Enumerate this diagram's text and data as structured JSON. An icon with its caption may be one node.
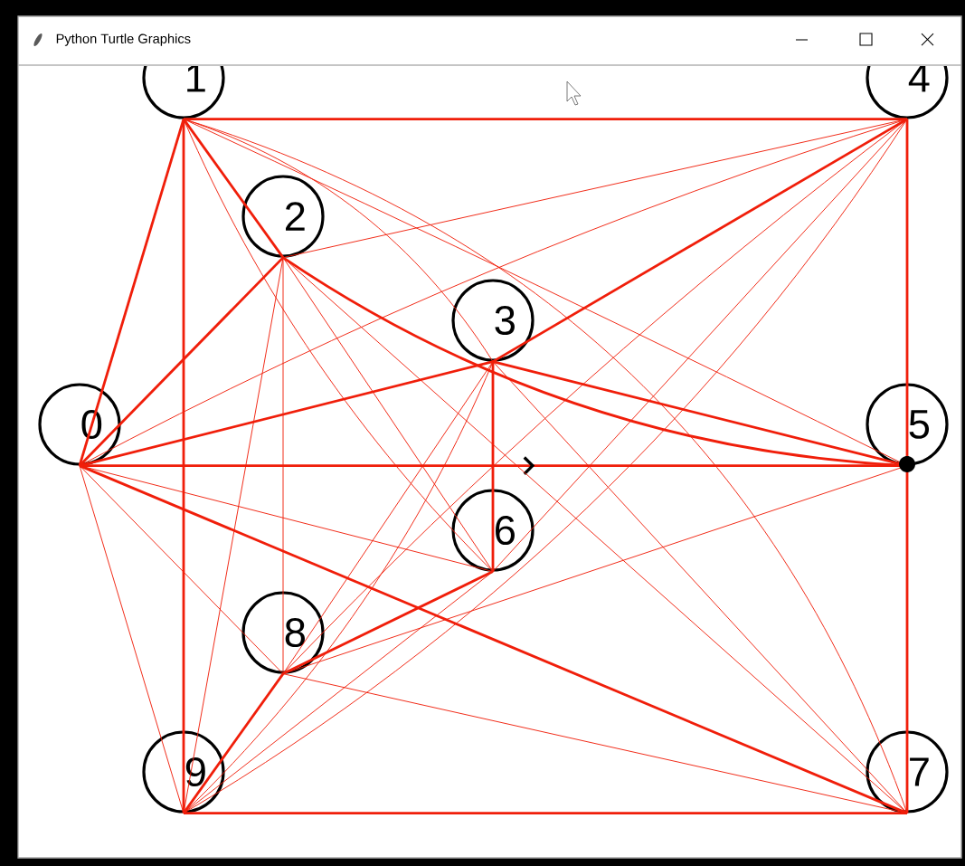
{
  "diagram": {
    "nodes": [
      {
        "text": [
          "0"
        ]
      },
      {
        "text": [
          "1"
        ]
      },
      {
        "text": [
          "2"
        ]
      },
      {
        "text": [
          "3"
        ]
      },
      {
        "text": [
          "4"
        ]
      },
      {
        "text": [
          "5"
        ]
      },
      {
        "text": [
          "6"
        ]
      },
      {
        "text": [
          "7"
        ]
      },
      {
        "text": [
          "8"
        ]
      },
      {
        "text": [
          "9"
        ]
      }
    ],
    "edges": [
      {
        "from": 0,
        "to": 1,
        "arrow": "none",
        "style": "thick"
      },
      {
        "from": 0,
        "to": 2,
        "arrow": "none",
        "style": "thick"
      },
      {
        "from": 0,
        "to": 3,
        "arrow": "none",
        "style": "thick"
      },
      {
        "from": 0,
        "to": 4,
        "arrow": "none"
      },
      {
        "from": 0,
        "to": 5,
        "arrow": "to",
        "style": "thick"
      },
      {
        "from": 0,
        "to": 6,
        "arrow": "none"
      },
      {
        "from": 0,
        "to": 7,
        "arrow": "none",
        "style": "thick"
      },
      {
        "from": 0,
        "to": 8,
        "arrow": "none"
      },
      {
        "from": 0,
        "to": 9,
        "arrow": "none"
      },
      {
        "from": 1,
        "to": 2,
        "arrow": "none",
        "style": "thick"
      },
      {
        "from": 1,
        "to": 3,
        "arrow": "none"
      },
      {
        "from": 1,
        "to": 4,
        "arrow": "none",
        "style": "thick"
      },
      {
        "from": 1,
        "to": 5,
        "arrow": "none"
      },
      {
        "from": 1,
        "to": 6,
        "arrow": "none"
      },
      {
        "from": 1,
        "to": 7,
        "arrow": "none"
      },
      {
        "from": 1,
        "to": 9,
        "arrow": "none",
        "style": "thick"
      },
      {
        "from": 2,
        "to": 4,
        "arrow": "none"
      },
      {
        "from": 2,
        "to": 5,
        "arrow": "none",
        "style": "thick"
      },
      {
        "from": 2,
        "to": 6,
        "arrow": "none"
      },
      {
        "from": 2,
        "to": 7,
        "arrow": "none"
      },
      {
        "from": 2,
        "to": 8,
        "arrow": "none"
      },
      {
        "from": 2,
        "to": 9,
        "arrow": "none"
      },
      {
        "from": 3,
        "to": 4,
        "arrow": "none",
        "style": "thick"
      },
      {
        "from": 3,
        "to": 5,
        "arrow": "none",
        "style": "thick"
      },
      {
        "from": 3,
        "to": 6,
        "arrow": "none",
        "style": "thick"
      },
      {
        "from": 3,
        "to": 7,
        "arrow": "none"
      },
      {
        "from": 3,
        "to": 8,
        "arrow": "none"
      },
      {
        "from": 3,
        "to": 9,
        "arrow": "none"
      },
      {
        "from": 4,
        "to": 5,
        "arrow": "none",
        "style": "thick"
      },
      {
        "from": 4,
        "to": 6,
        "arrow": "none"
      },
      {
        "from": 4,
        "to": 8,
        "arrow": "none"
      },
      {
        "from": 4,
        "to": 9,
        "arrow": "none"
      },
      {
        "from": 5,
        "to": 7,
        "arrow": "none",
        "style": "thick"
      },
      {
        "from": 5,
        "to": 8,
        "arrow": "none"
      },
      {
        "from": 6,
        "to": 8,
        "arrow": "none",
        "style": "thick"
      },
      {
        "from": 6,
        "to": 9,
        "arrow": "none"
      },
      {
        "from": 7,
        "to": 8,
        "arrow": "none"
      },
      {
        "from": 7,
        "to": 9,
        "arrow": "none",
        "style": "thick"
      },
      {
        "from": 8,
        "to": 9,
        "arrow": "none",
        "style": "thick"
      }
    ],
    "labels": [
      "Python Turtle Graphics"
    ]
  }
}
